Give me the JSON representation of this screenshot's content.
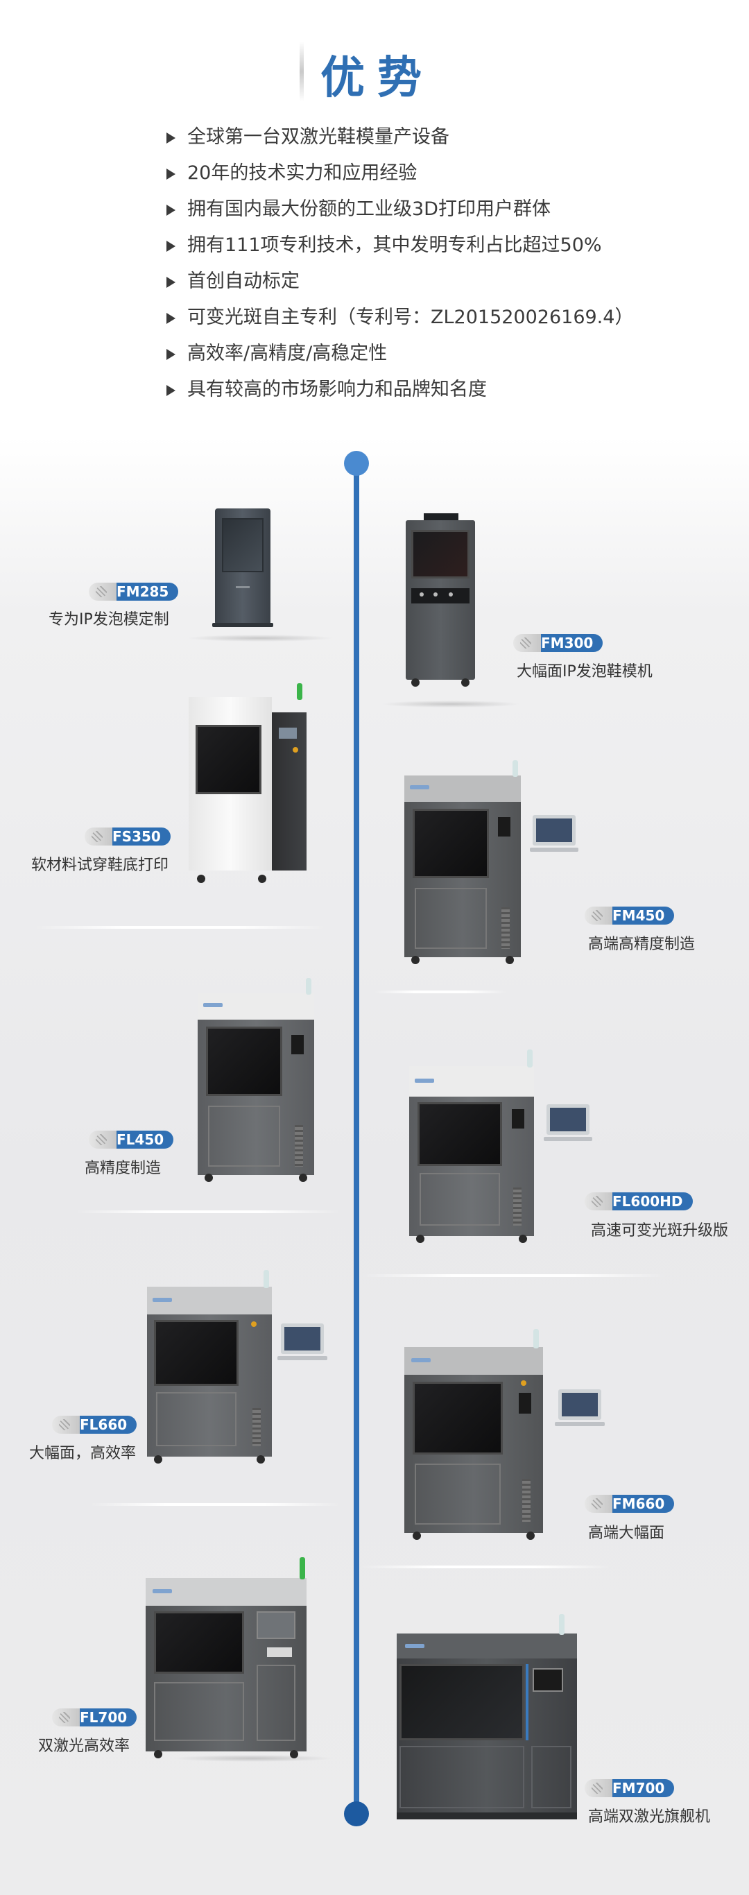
{
  "header": {
    "title": "优势"
  },
  "advantages": [
    "全球第一台双激光鞋模量产设备",
    "20年的技术实力和应用经验",
    "拥有国内最大份额的工业级3D打印用户群体",
    "拥有111项专利技术，其中发明专利占比超过50%",
    "首创自动标定",
    "可变光斑自主专利（专利号：ZL201520026169.4）",
    "高效率/高精度/高稳定性",
    "具有较高的市场影响力和品牌知名度"
  ],
  "products": [
    {
      "model": "FM285",
      "desc": "专为IP发泡模定制"
    },
    {
      "model": "FM300",
      "desc": "大幅面IP发泡鞋模机"
    },
    {
      "model": "FS350",
      "desc": "软材料试穿鞋底打印"
    },
    {
      "model": "FM450",
      "desc": "高端高精度制造"
    },
    {
      "model": "FL450",
      "desc": "高精度制造"
    },
    {
      "model": "FL600HD",
      "desc": "高速可变光斑升级版"
    },
    {
      "model": "FL660",
      "desc": "大幅面，高效率"
    },
    {
      "model": "FM660",
      "desc": "高端大幅面"
    },
    {
      "model": "FL700",
      "desc": "双激光高效率"
    },
    {
      "model": "FM700",
      "desc": "高端双激光旗舰机"
    }
  ],
  "colors": {
    "accent": "#2f6fb3",
    "timeline": "#3171b8",
    "text": "#333333"
  },
  "icons": {
    "bullet": "triangle-arrow-icon",
    "badge_decoration": "striped-pill-icon"
  }
}
